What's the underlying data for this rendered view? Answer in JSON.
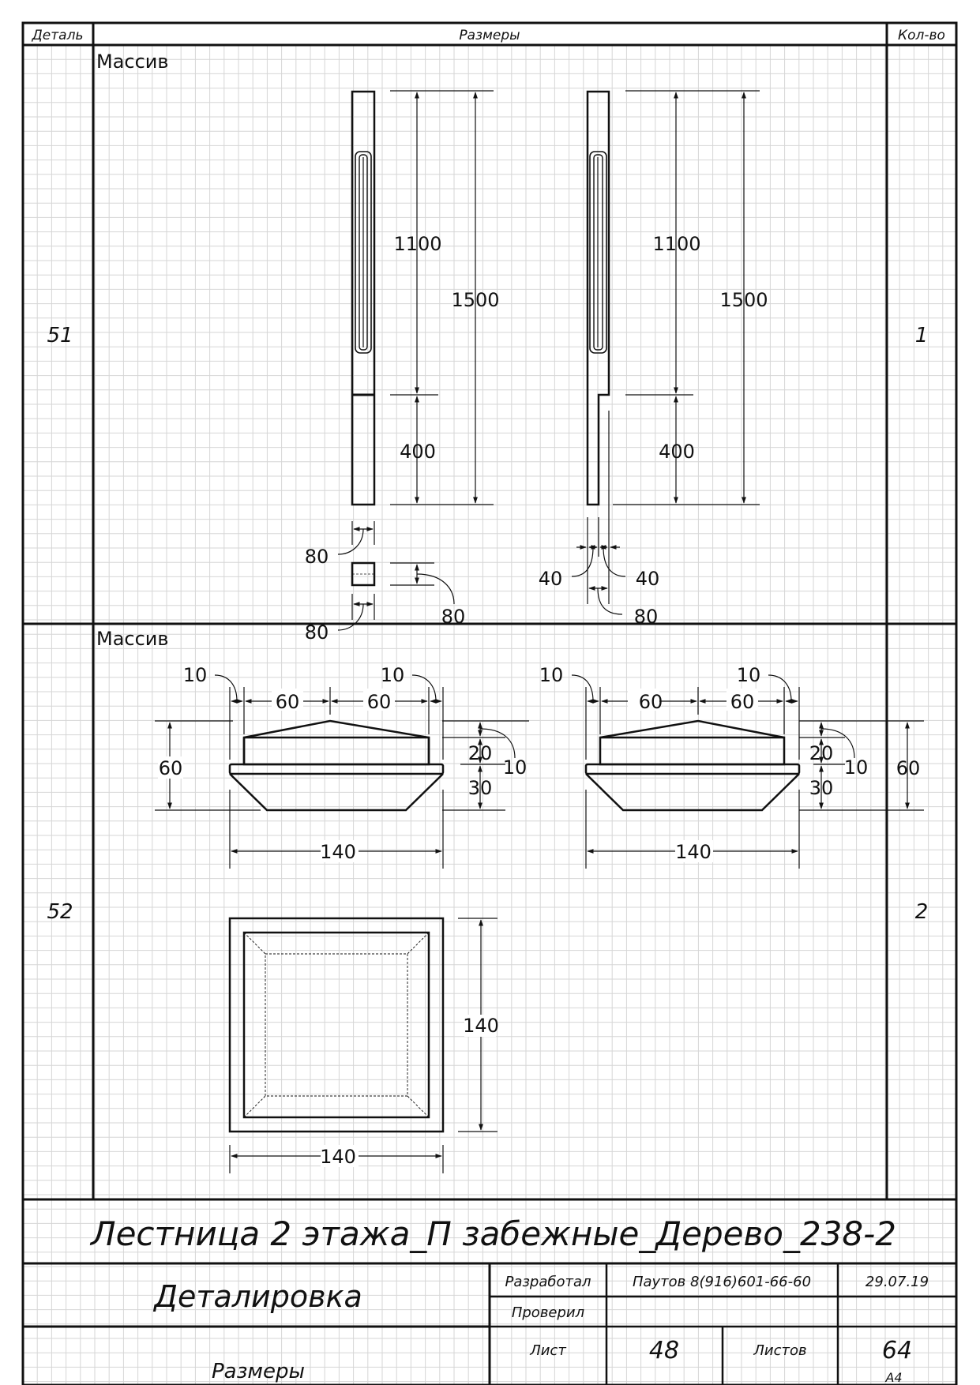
{
  "header": {
    "col_part": "Деталь",
    "col_sizes": "Размеры",
    "col_qty": "Кол-во"
  },
  "rows": [
    {
      "part": "51",
      "material": "Массив",
      "qty": "1",
      "dims": {
        "fluted_section": "1100",
        "total_height": "1500",
        "base_section": "400",
        "width_front": "80",
        "width_profile": "80",
        "depth_profile": "80",
        "tenon_right": "40",
        "tenon_left": "40",
        "depth_side": "80",
        "fluted_section_side": "1100",
        "total_height_side": "1500",
        "base_section_side": "400"
      }
    },
    {
      "part": "52",
      "material": "Массив",
      "qty": "2",
      "dims": {
        "left_overhang_a": "10",
        "left_half_a": "60",
        "left_half_b": "60",
        "right_overhang_a": "10",
        "cap_height": "20",
        "cap_peak": "10",
        "base_height": "30",
        "total_height": "60",
        "total_width": "140",
        "left_overhang_b": "10",
        "half_c": "60",
        "half_d": "60",
        "right_overhang_b": "10",
        "cap_height_b": "20",
        "cap_peak_b": "10",
        "base_height_b": "30",
        "total_height_b": "60",
        "total_width_b": "140",
        "plan_height": "140",
        "plan_width": "140"
      }
    }
  ],
  "title_block": {
    "project": "Лестница 2 этажа_П забежные_Дерево_238-2",
    "document": "Деталировка",
    "section": "Размеры",
    "developed_label": "Разработал",
    "developer": "Паутов 8(916)601-66-60",
    "date": "29.07.19",
    "checked_label": "Проверил",
    "sheet_label": "Лист",
    "sheet_number": "48",
    "sheets_label": "Листов",
    "sheets_total": "64",
    "format": "А4"
  }
}
